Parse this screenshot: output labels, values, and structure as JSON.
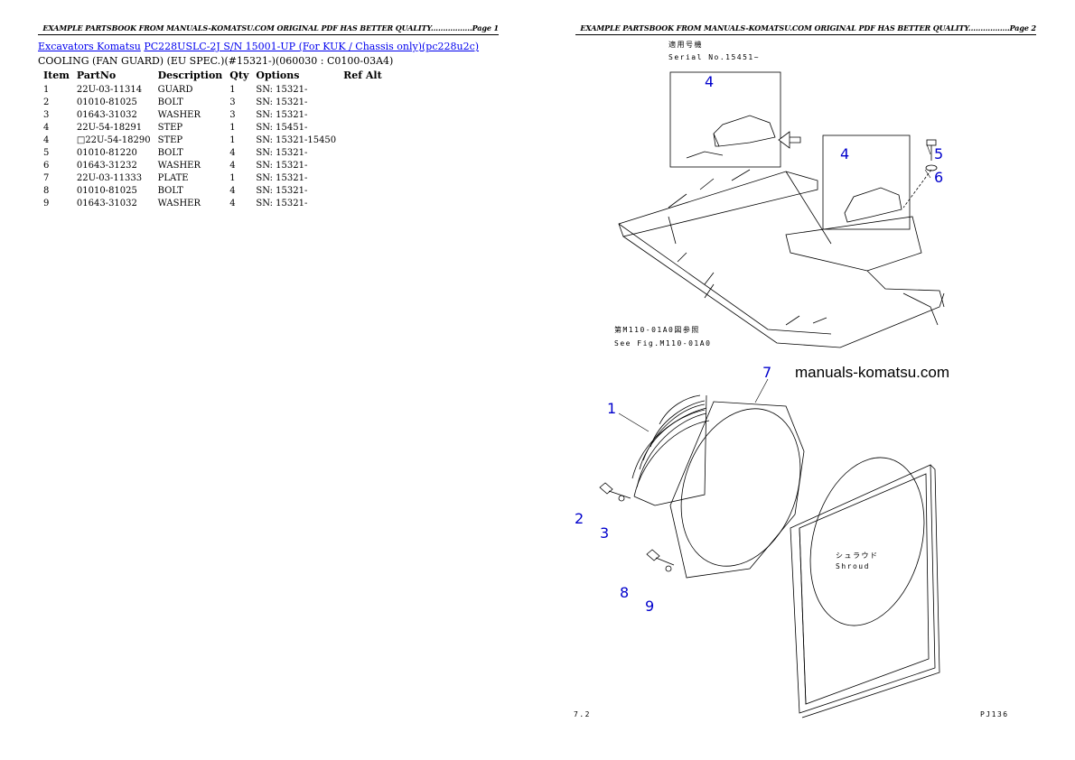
{
  "banner": {
    "left": "EXAMPLE PARTSBOOK FROM MANUALS-KOMATSU.COM ORIGINAL PDF HAS BETTER QUALITY.................Page 1",
    "right": "EXAMPLE PARTSBOOK FROM MANUALS-KOMATSU.COM ORIGINAL PDF HAS BETTER QUALITY.................Page 2"
  },
  "breadcrumb": {
    "brand_link": "Excavators Komatsu",
    "model_link": "PC228USLC-2J S/N 15001-UP (For KUK / Chassis only)(pc228u2c)"
  },
  "subtitle": "COOLING (FAN GUARD) (EU SPEC.)(#15321-)(060030 : C0100-03A4)",
  "table": {
    "headers": [
      "Item",
      "PartNo",
      "Description",
      "Qty",
      "Options",
      "Ref Alt"
    ],
    "rows": [
      [
        "1",
        "22U-03-11314",
        "GUARD",
        "1",
        "SN: 15321-",
        ""
      ],
      [
        "2",
        "01010-81025",
        "BOLT",
        "3",
        "SN: 15321-",
        ""
      ],
      [
        "3",
        "01643-31032",
        "WASHER",
        "3",
        "SN: 15321-",
        ""
      ],
      [
        "4",
        "22U-54-18291",
        "STEP",
        "1",
        "SN: 15451-",
        ""
      ],
      [
        "4",
        "□22U-54-18290",
        "STEP",
        "1",
        "SN: 15321-15450",
        ""
      ],
      [
        "5",
        "01010-81220",
        "BOLT",
        "4",
        "SN: 15321-",
        ""
      ],
      [
        "6",
        "01643-31232",
        "WASHER",
        "4",
        "SN: 15321-",
        ""
      ],
      [
        "7",
        "22U-03-11333",
        "PLATE",
        "1",
        "SN: 15321-",
        ""
      ],
      [
        "8",
        "01010-81025",
        "BOLT",
        "4",
        "SN: 15321-",
        ""
      ],
      [
        "9",
        "01643-31032",
        "WASHER",
        "4",
        "SN: 15321-",
        ""
      ]
    ]
  },
  "diagram": {
    "serial_jp": "適用号機",
    "serial_en": "Serial No.15451~",
    "see_fig_jp": "第M110-01A0図参照",
    "see_fig_en": "See Fig.M110-01A0",
    "watermark": "manuals-komatsu.com",
    "shroud_jp": "シュラウド",
    "shroud_en": "Shroud",
    "footer_left": "7.2",
    "footer_right": "PJ136",
    "callouts": [
      "4",
      "4",
      "5",
      "6",
      "1",
      "7",
      "2",
      "3",
      "8",
      "9"
    ]
  }
}
